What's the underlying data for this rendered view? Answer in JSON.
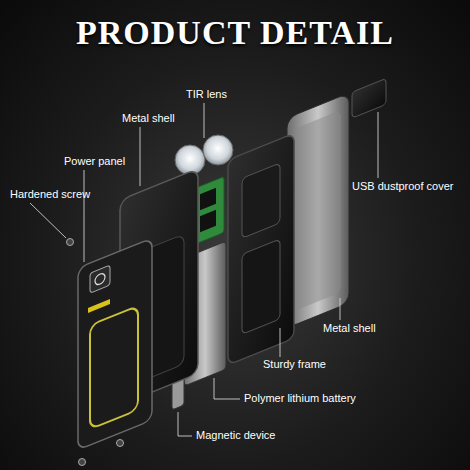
{
  "diagram": {
    "title": "PRODUCT DETAIL",
    "labels": [
      "TIR lens",
      "Metal shell",
      "Power panel",
      "Hardened screw",
      "USB dustproof cover",
      "Metal shell",
      "Sturdy frame",
      "Polymer lithium battery",
      "Magnetic device"
    ]
  }
}
